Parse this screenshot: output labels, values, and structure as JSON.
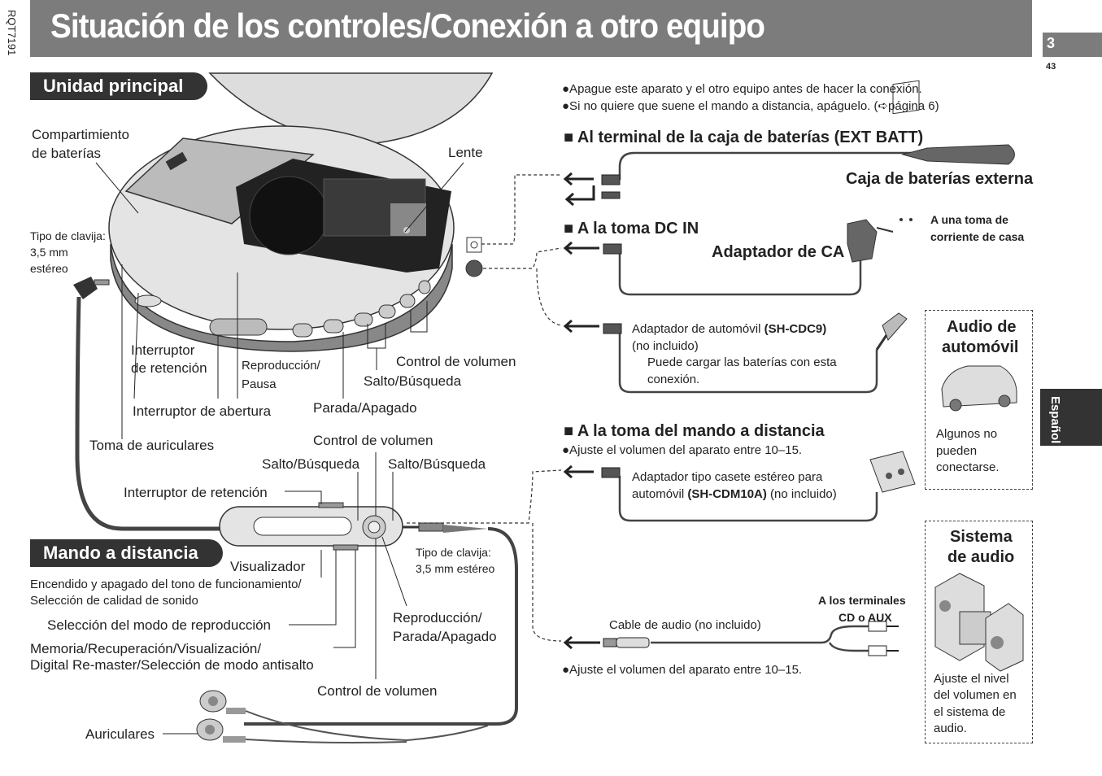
{
  "header": {
    "title": "Situación de los controles/Conexión a otro equipo",
    "side_code": "RQT7191",
    "page_number": "3",
    "page_small": "43",
    "language_tab": "Español"
  },
  "main_unit": {
    "heading": "Unidad principal",
    "battery_compartment": [
      "Compartimiento",
      "de baterías"
    ],
    "lens": "Lente",
    "plug_type": [
      "Tipo de clavija:",
      "3,5 mm",
      "estéreo"
    ],
    "hold_switch": [
      "Interruptor",
      "de retención"
    ],
    "play_pause": [
      "Reproducción/",
      "Pausa"
    ],
    "volume_control": "Control de volumen",
    "skip_search": "Salto/Búsqueda",
    "open_switch": "Interruptor de abertura",
    "stop_off": "Parada/Apagado",
    "headphone_jack": "Toma de auriculares"
  },
  "remote": {
    "heading": "Mando a distancia",
    "volume_control_top": "Control de volumen",
    "skip_search_left": "Salto/Búsqueda",
    "skip_search_right": "Salto/Búsqueda",
    "hold_switch": "Interruptor de retención",
    "display": "Visualizador",
    "plug_type": [
      "Tipo de clavija:",
      "3,5 mm estéreo"
    ],
    "tone_quality": [
      "Encendido y apagado del tono de funcionamiento/",
      "Selección de calidad de sonido"
    ],
    "play_mode": "Selección del modo de reproducción",
    "memory": [
      "Memoria/Recuperación/Visualización/",
      "Digital Re-master/Selección de modo antisalto"
    ],
    "play_stop_off": [
      "Reproducción/",
      "Parada/Apagado"
    ],
    "volume_control_bottom": "Control de volumen",
    "earphones": "Auriculares"
  },
  "connections": {
    "notes": [
      "●Apague este aparato y el otro equipo antes de hacer la conexión.",
      "●Si no quiere que suene el mando a distancia, apáguelo. (➪página 6)"
    ],
    "ext_batt_heading": "■ Al terminal de la caja de baterías (EXT BATT)",
    "ext_batt_case": "Caja de baterías externa",
    "dc_in_heading": "■ A la toma DC IN",
    "ac_adaptor": "Adaptador de CA",
    "household_outlet": [
      "A una toma de",
      "corriente de casa"
    ],
    "car_adaptor_text": "Adaptador de automóvil ",
    "car_adaptor_model": "(SH-CDC9)",
    "car_adaptor_extra": [
      "(no incluido)",
      "Puede cargar las baterías con esta",
      "conexión."
    ],
    "car_audio_heading": [
      "Audio de",
      "automóvil"
    ],
    "car_audio_note": [
      "Algunos no",
      "pueden",
      "conectarse."
    ],
    "remote_heading": "■ A la toma del mando a distancia",
    "remote_note": "●Ajuste el volumen del aparato entre 10–15.",
    "cassette_text": "Adaptador tipo casete estéreo para",
    "cassette_text2": "automóvil ",
    "cassette_model": "(SH-CDM10A)",
    "cassette_extra": " (no incluido)",
    "terminals": [
      "A los terminales",
      "CD o AUX"
    ],
    "audio_cable": "Cable de audio (no incluido)",
    "volume_note": "●Ajuste el volumen del aparato entre 10–15.",
    "audio_system_heading": [
      "Sistema",
      "de audio"
    ],
    "audio_system_note": [
      "Ajuste el nivel",
      "del volumen en",
      "el sistema de",
      "audio."
    ]
  },
  "colors": {
    "header_gray": "#7c7c7c",
    "dark": "#333333"
  }
}
